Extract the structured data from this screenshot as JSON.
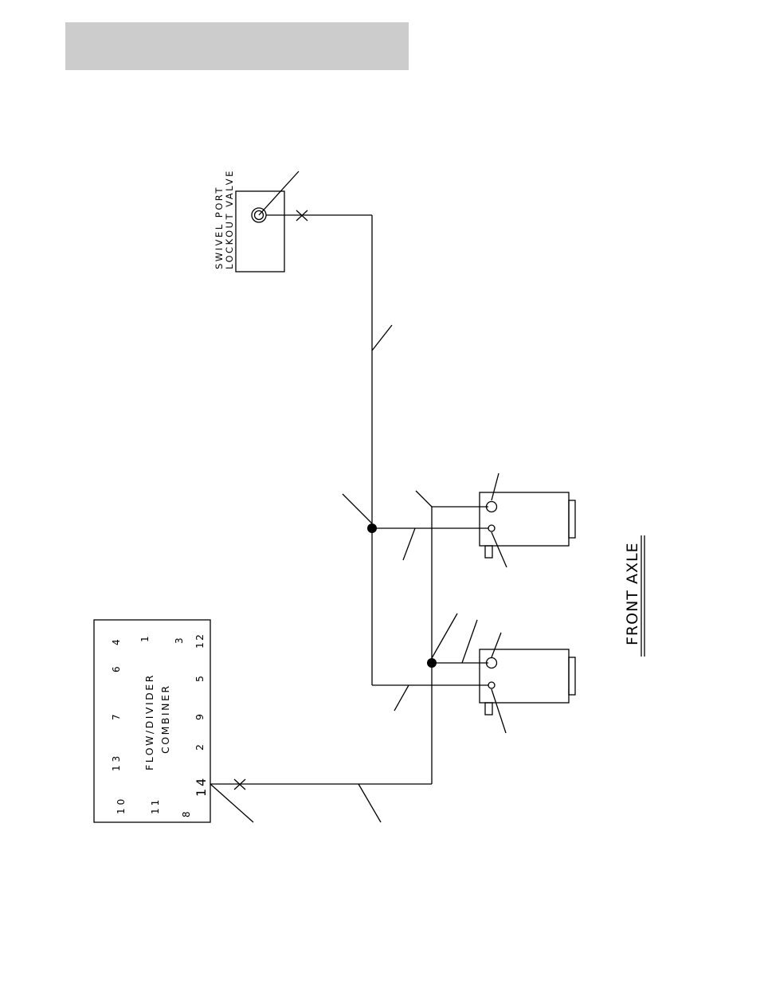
{
  "header": {
    "color": "#cccccc"
  },
  "labels": {
    "valve_line1": "SWIVEL PORT",
    "valve_line2": "LOCKOUT VALVE",
    "fd_line1": "FLOW/DIVIDER",
    "fd_line2": "COMBINER",
    "front_axle": "FRONT AXLE"
  },
  "ports": {
    "p4": "4",
    "p6": "6",
    "p7": "7",
    "p13": "13",
    "p10": "10",
    "p1": "1",
    "p11": "11",
    "p3": "3",
    "p8": "8",
    "p12": "12",
    "p5": "5",
    "p9": "9",
    "p2": "2",
    "p14": "14"
  }
}
